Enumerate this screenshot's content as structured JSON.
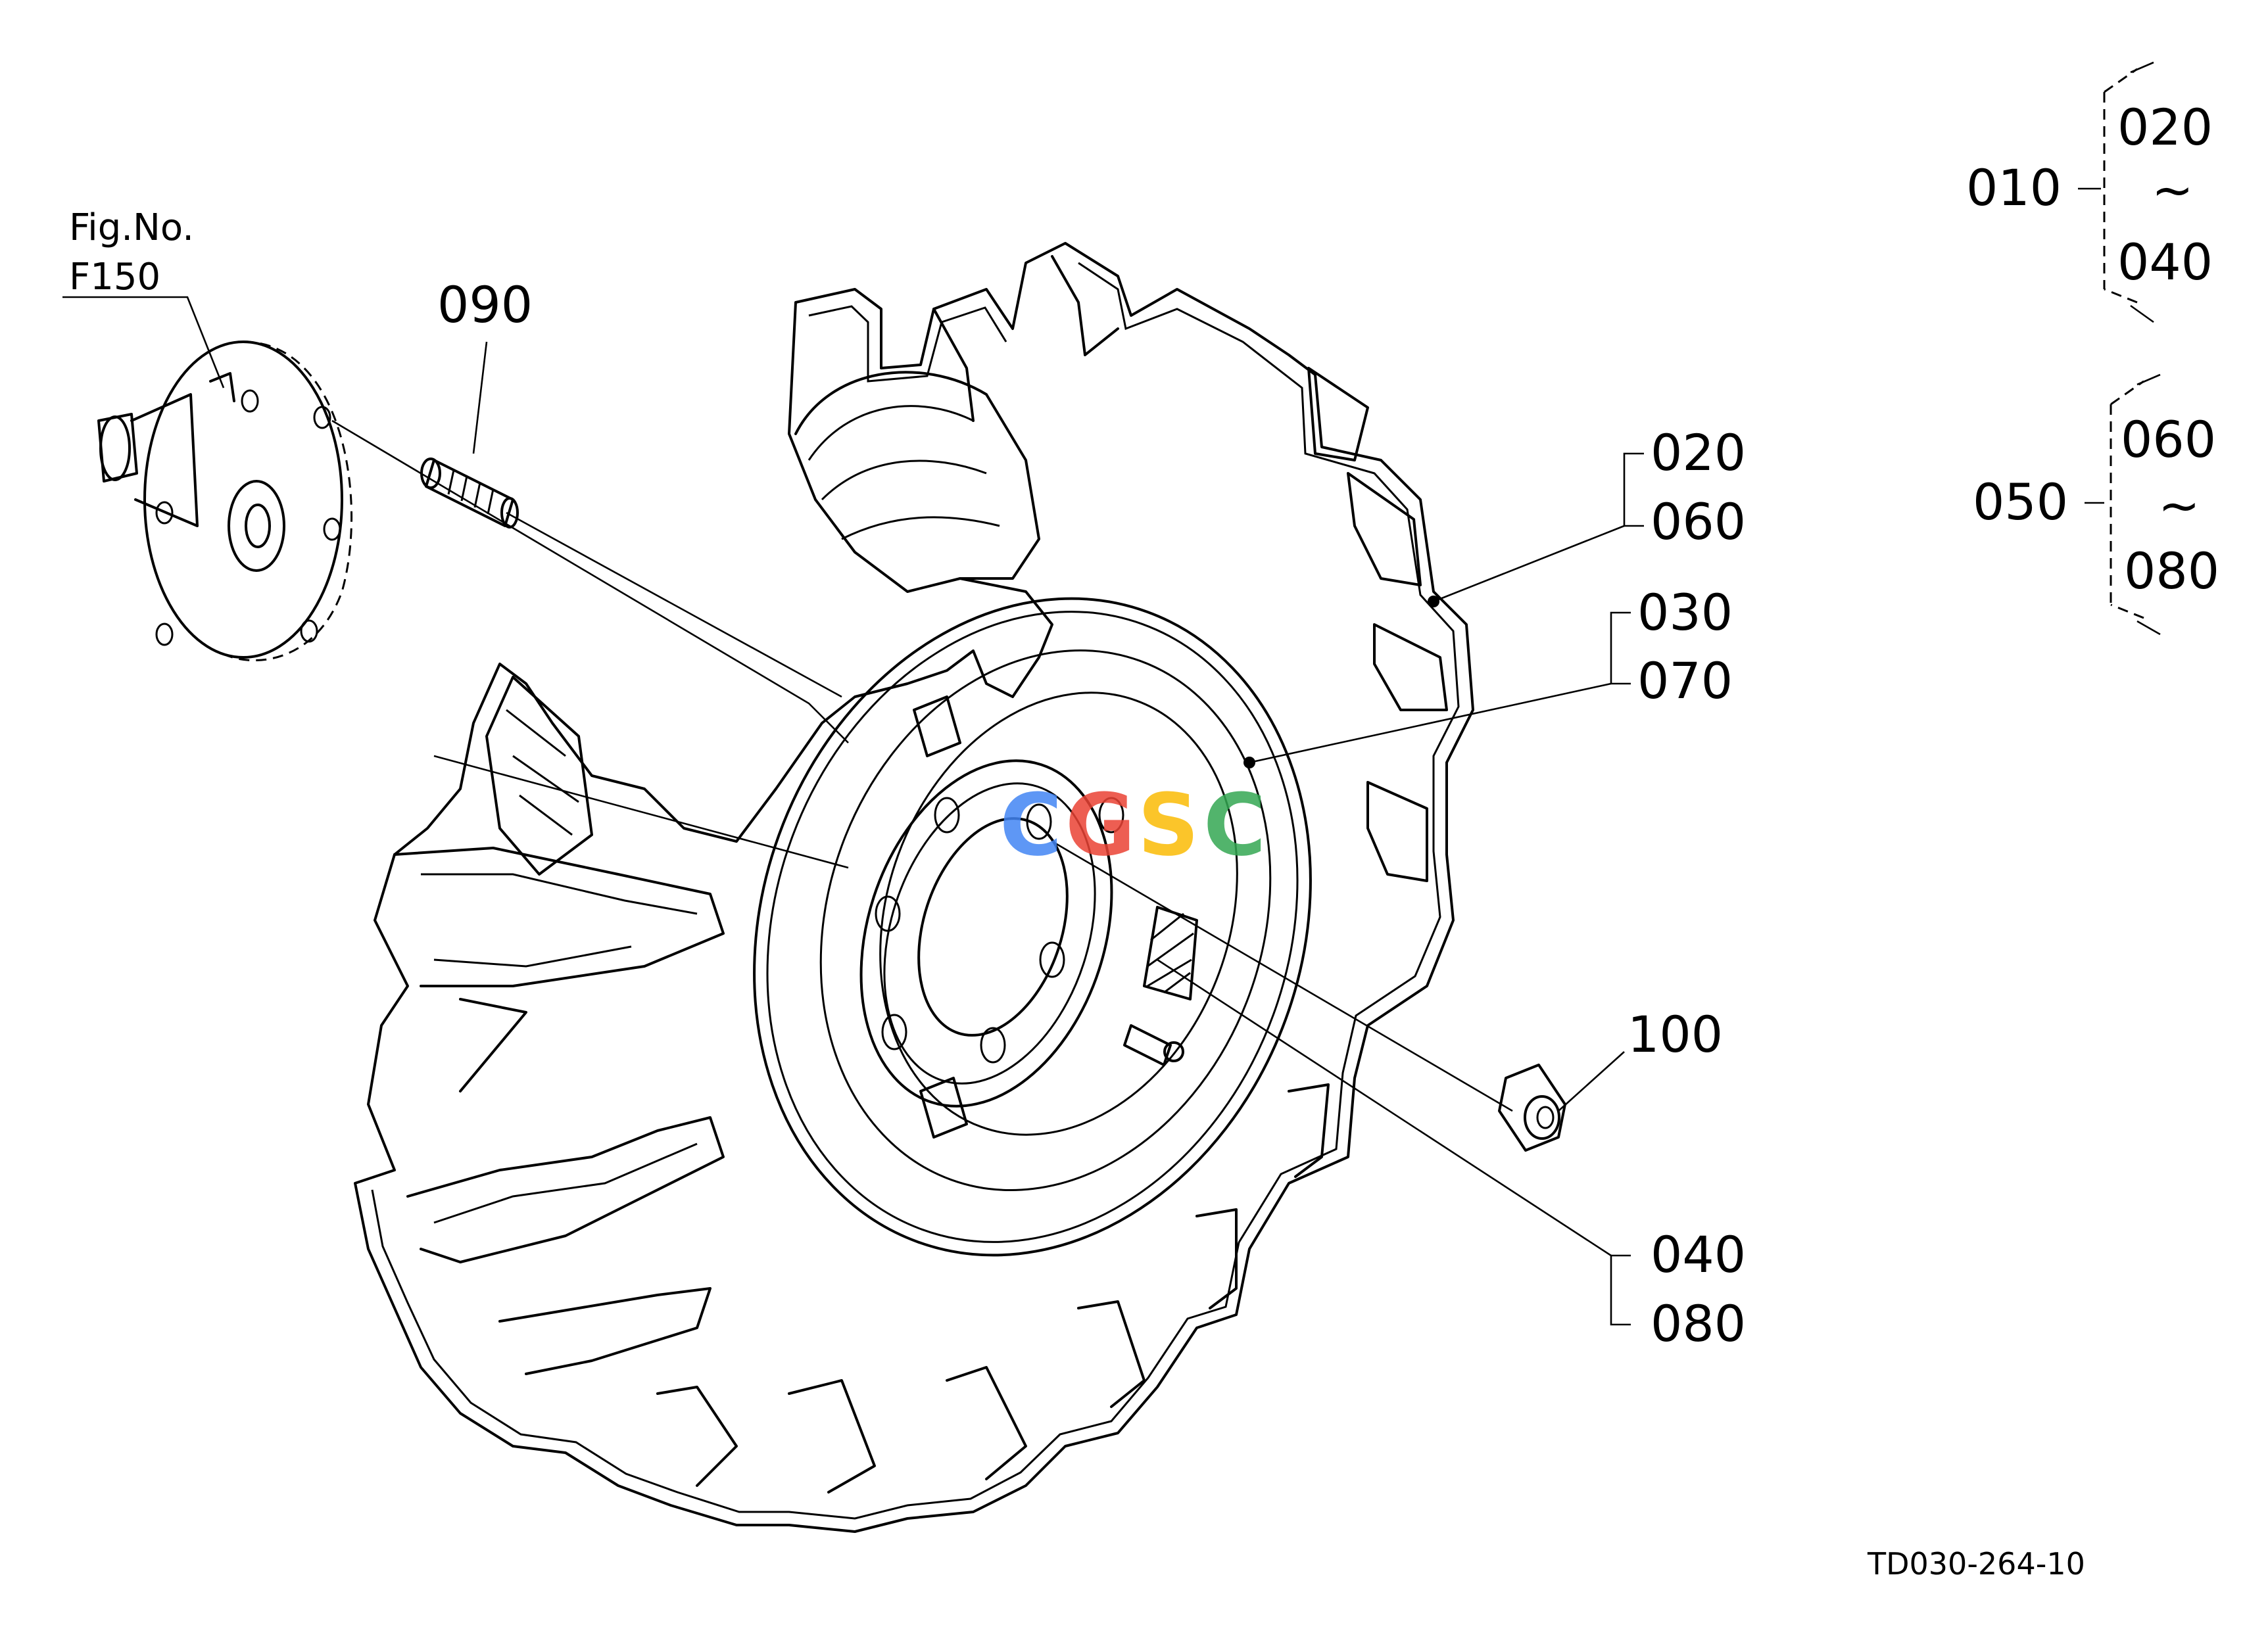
{
  "figure_ref": {
    "line1": "Fig.No.",
    "line2": "F150"
  },
  "callouts": {
    "c090": "090",
    "c020": "020",
    "c060": "060",
    "c030": "030",
    "c070": "070",
    "c100": "100",
    "c040": "040",
    "c080": "080"
  },
  "assembly_groups": [
    {
      "parent": "010",
      "from": "020",
      "tilde": "~",
      "to": "040"
    },
    {
      "parent": "050",
      "from": "060",
      "tilde": "~",
      "to": "080"
    }
  ],
  "watermark": {
    "g1": "C",
    "g2": "G",
    "g3": "S",
    "g4": "C"
  },
  "drawing_code": "TD030-264-10",
  "colors": {
    "line": "#000000",
    "wm_blue": "#4285F4",
    "wm_red": "#EA4335",
    "wm_yellow": "#FBBC05",
    "wm_green": "#34A853"
  }
}
